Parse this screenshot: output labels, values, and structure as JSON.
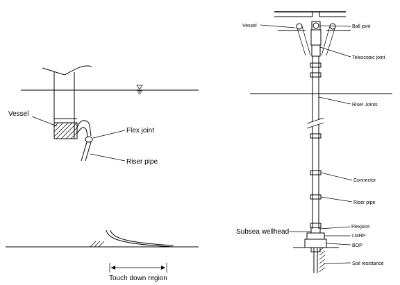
{
  "left_panel": {
    "labels": {
      "vessel": "Vessel",
      "flex_joint": "Flex joint",
      "riser_pipe": "Riser pipe",
      "touch_down_region": "Touch down region"
    },
    "icons": {
      "water_level": "water-level-icon"
    }
  },
  "right_panel": {
    "labels": {
      "vessel": "Vessel",
      "ball_joint": "Ball joint",
      "telescopic_joint": "Telescopic joint",
      "riser_joints": "Riser Joints",
      "connector": "Connector",
      "riser_pipe": "Riser pipe",
      "flex_joint": "Flexjoint",
      "subsea_wellhead": "Subsea wellhead",
      "lmrp": "LMRP",
      "bop": "BOP",
      "soil_resistance": "Soil resistance"
    }
  }
}
